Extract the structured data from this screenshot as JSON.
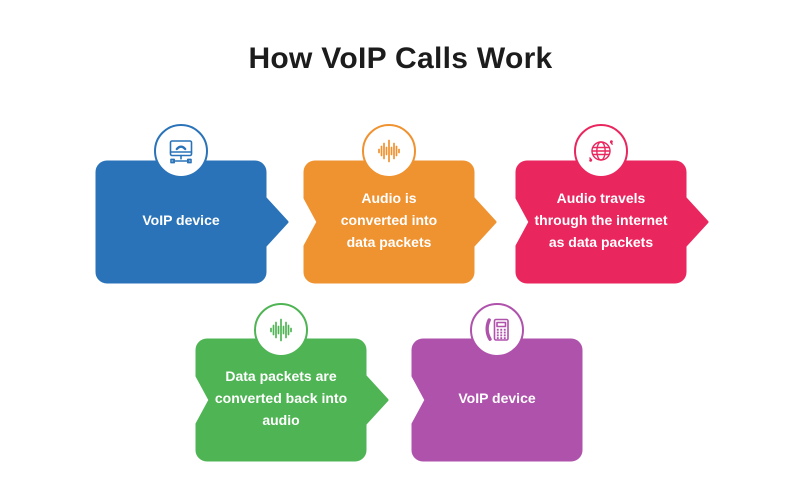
{
  "title": "How VoIP Calls Work",
  "palette": {
    "blue": "#2A73B9",
    "orange": "#EF9230",
    "pink": "#E9265E",
    "green": "#4FB454",
    "purple": "#AF52AC",
    "title_text": "#1C1C1C",
    "box_text": "#FFFFFF",
    "badge_fill": "#FFFFFF"
  },
  "steps": [
    {
      "id": "step-1",
      "color": "#2A73B9",
      "icon": "voip-monitor-icon",
      "shape": "arrow-right",
      "lines": [
        "VoIP device"
      ]
    },
    {
      "id": "step-2",
      "color": "#EF9230",
      "icon": "audio-waveform-icon",
      "shape": "notch-left-arrow-right",
      "lines": [
        "Audio is",
        "converted into",
        "data packets"
      ]
    },
    {
      "id": "step-3",
      "color": "#E9265E",
      "icon": "internet-globe-icon",
      "shape": "notch-left-arrow-right",
      "lines": [
        "Audio travels",
        "through the internet",
        "as data packets"
      ]
    },
    {
      "id": "step-4",
      "color": "#4FB454",
      "icon": "audio-waveform-icon",
      "shape": "notch-left-arrow-right",
      "lines": [
        "Data packets are",
        "converted back into",
        "audio"
      ]
    },
    {
      "id": "step-5",
      "color": "#AF52AC",
      "icon": "desk-phone-icon",
      "shape": "notch-left",
      "lines": [
        "VoIP device"
      ]
    }
  ]
}
